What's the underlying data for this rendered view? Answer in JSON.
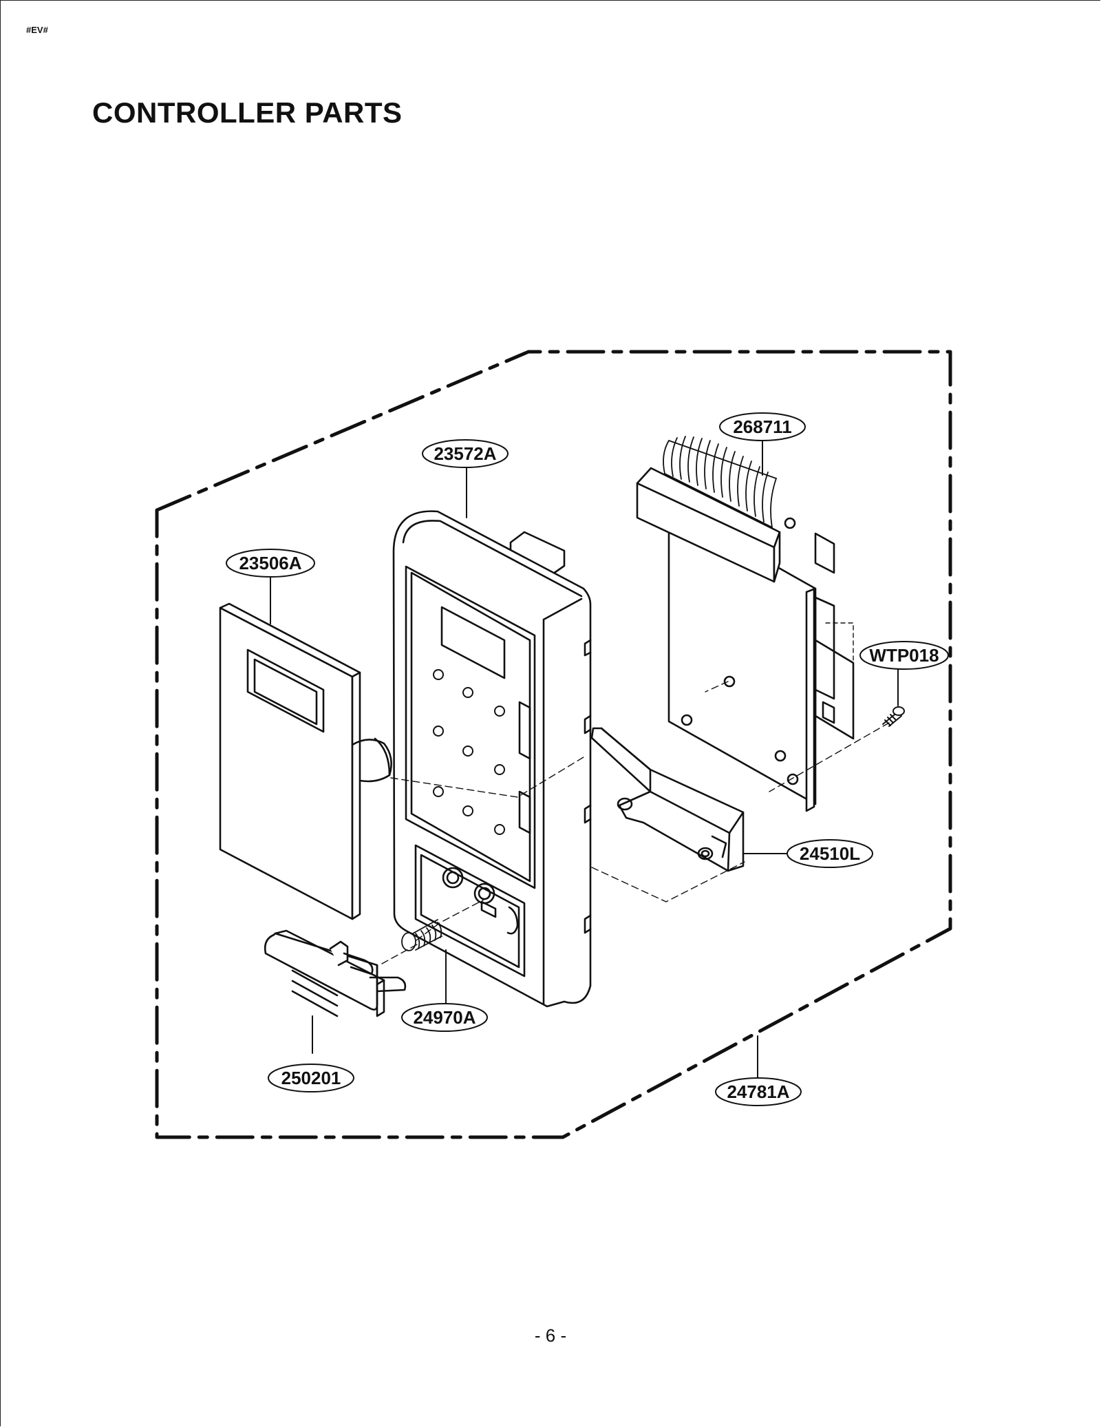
{
  "page": {
    "code": "#EV#",
    "title": "CONTROLLER PARTS",
    "page_number": "- 6 -"
  },
  "parts": [
    {
      "id": "part-268711",
      "label": "268711"
    },
    {
      "id": "part-23572a",
      "label": "23572A"
    },
    {
      "id": "part-23506a",
      "label": "23506A"
    },
    {
      "id": "part-wtp018",
      "label": "WTP018"
    },
    {
      "id": "part-24510l",
      "label": "24510L"
    },
    {
      "id": "part-24970a",
      "label": "24970A"
    },
    {
      "id": "part-250201",
      "label": "250201"
    },
    {
      "id": "part-24781a",
      "label": "24781A"
    }
  ],
  "colors": {
    "line": "#111111",
    "paper": "#ffffff"
  }
}
